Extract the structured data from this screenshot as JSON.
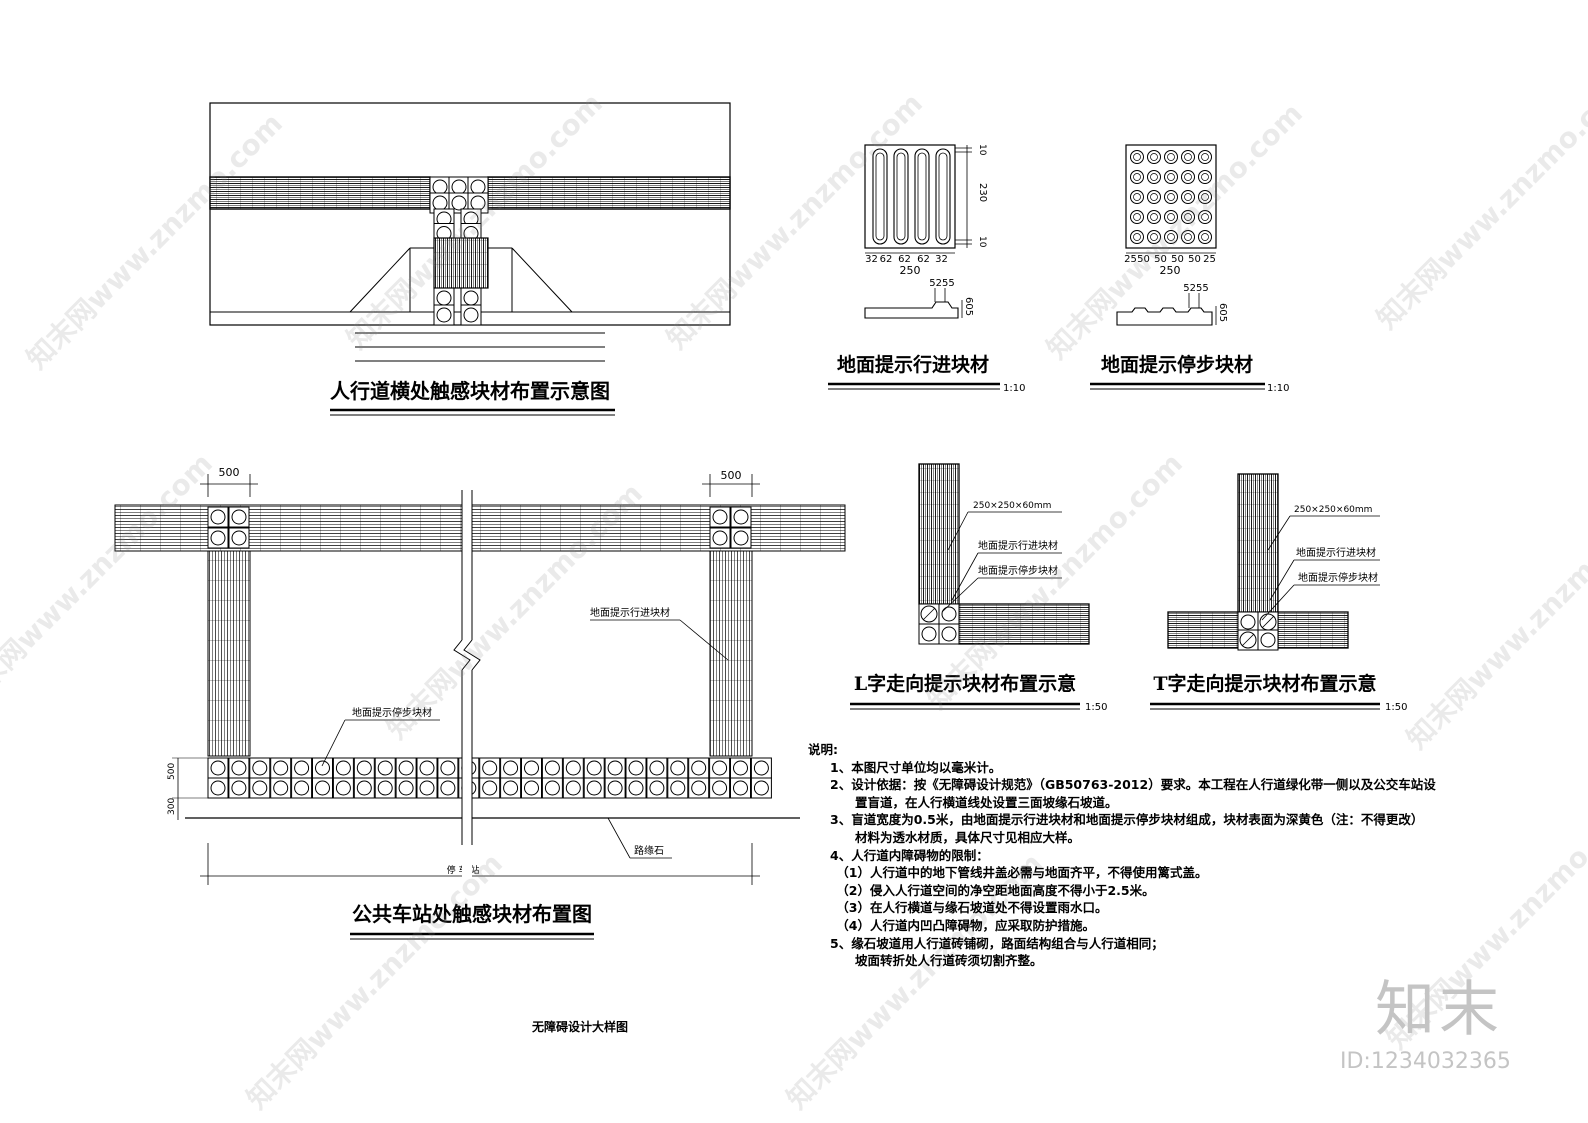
{
  "drawing": {
    "crosswalk_title": "人行道横处触感块材布置示意图",
    "guide_tile_title": "地面提示行进块材",
    "guide_tile_scale": "1:10",
    "stop_tile_title": "地面提示停步块材",
    "stop_tile_scale": "1:10",
    "bus_stop_title": "公共车站处触感块材布置图",
    "l_layout_title": "L字走向提示块材布置示意",
    "l_layout_scale": "1:50",
    "t_layout_title": "T字走向提示块材布置示意",
    "t_layout_scale": "1:50",
    "sheet_title": "无障碍设计大样图"
  },
  "dims": {
    "guide_bottom": [
      "32",
      "62",
      "62",
      "62",
      "32"
    ],
    "guide_width": "250",
    "guide_right_top": "10",
    "guide_right_mid": "230",
    "guide_right_bot": "10",
    "guide_profile_top": "5255",
    "guide_profile_side": "605",
    "stop_bottom": [
      "25",
      "50",
      "50",
      "50",
      "50",
      "25"
    ],
    "stop_width": "250",
    "stop_profile_top": "5255",
    "stop_profile_side": "605",
    "bus_left_width": "500",
    "bus_right_width": "500",
    "bus_row_500": "500",
    "bus_row_300": "300",
    "bus_stop_span": "停 车 站"
  },
  "labels": {
    "tile_size_l": "250×250×60mm",
    "guide_l": "地面提示行进块材",
    "stop_l": "地面提示停步块材",
    "tile_size_t": "250×250×60mm",
    "guide_t": "地面提示行进块材",
    "stop_t": "地面提示停步块材",
    "bus_guide": "地面提示行进块材",
    "bus_stop": "地面提示停步块材",
    "curb": "路缘石"
  },
  "notes": {
    "heading": "说明:",
    "lines": [
      "1、本图尺寸单位均以毫米计。",
      "2、设计依据：按《无障碍设计规范》（GB50763-2012）要求。本工程在人行道绿化带一侧以及公交车站设",
      "　　置盲道，在人行横道线处设置三面坡缘石坡道。",
      "3、盲道宽度为0.5米，由地面提示行进块材和地面提示停步块材组成，块材表面为深黄色（注：不得更改）",
      "　　材料为透水材质，具体尺寸见相应大样。",
      "4、人行道内障碍物的限制：",
      "　（1）人行道中的地下管线井盖必需与地面齐平，不得使用篱式盖。",
      "　（2）侵入人行道空间的净空距地面高度不得小于2.5米。",
      "　（3）在人行横道与缘石坡道处不得设置雨水口。",
      "　（4）人行道内凹凸障碍物，应采取防护措施。",
      "5、缘石坡道用人行道砖铺砌，路面结构组合与人行道相同；",
      "　　坡面转折处人行道砖须切割齐整。"
    ]
  },
  "branding": {
    "logo": "知末",
    "id": "ID:1234032365",
    "watermark": "知末网www.znzmo.com"
  }
}
